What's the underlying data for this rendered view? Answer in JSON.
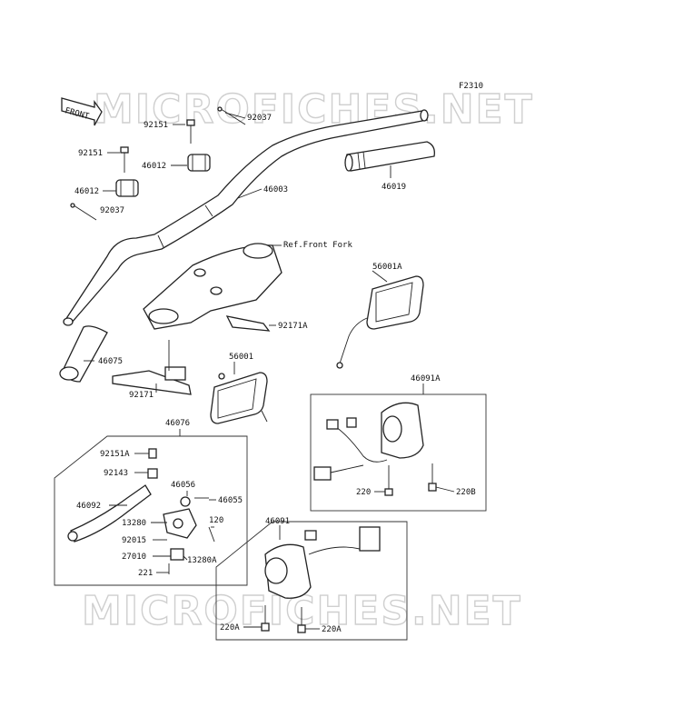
{
  "figure_code": "F2310",
  "watermark": "MICROFICHES.NET",
  "front_arrow_text": "FRONT",
  "reference_label": "Ref.Front Fork",
  "parts": [
    {
      "id": "p-92037-top",
      "text": "92037"
    },
    {
      "id": "p-92151-top",
      "text": "92151"
    },
    {
      "id": "p-92151-left",
      "text": "92151"
    },
    {
      "id": "p-46012-mid",
      "text": "46012"
    },
    {
      "id": "p-46012-left",
      "text": "46012"
    },
    {
      "id": "p-46003",
      "text": "46003"
    },
    {
      "id": "p-46019",
      "text": "46019"
    },
    {
      "id": "p-92037-left",
      "text": "92037"
    },
    {
      "id": "p-56001A",
      "text": "56001A"
    },
    {
      "id": "p-92171A",
      "text": "92171A"
    },
    {
      "id": "p-46075",
      "text": "46075"
    },
    {
      "id": "p-56001",
      "text": "56001"
    },
    {
      "id": "p-92171",
      "text": "92171"
    },
    {
      "id": "p-46091A",
      "text": "46091A"
    },
    {
      "id": "p-46076",
      "text": "46076"
    },
    {
      "id": "p-92151A",
      "text": "92151A"
    },
    {
      "id": "p-92143",
      "text": "92143"
    },
    {
      "id": "p-46056",
      "text": "46056"
    },
    {
      "id": "p-46055",
      "text": "46055"
    },
    {
      "id": "p-46092",
      "text": "46092"
    },
    {
      "id": "p-13280",
      "text": "13280"
    },
    {
      "id": "p-120",
      "text": "120"
    },
    {
      "id": "p-92015",
      "text": "92015"
    },
    {
      "id": "p-27010",
      "text": "27010"
    },
    {
      "id": "p-13280A",
      "text": "13280A"
    },
    {
      "id": "p-221",
      "text": "221"
    },
    {
      "id": "p-220",
      "text": "220"
    },
    {
      "id": "p-220B",
      "text": "220B"
    },
    {
      "id": "p-46091",
      "text": "46091"
    },
    {
      "id": "p-220A-left",
      "text": "220A"
    },
    {
      "id": "p-220A-right",
      "text": "220A"
    }
  ]
}
